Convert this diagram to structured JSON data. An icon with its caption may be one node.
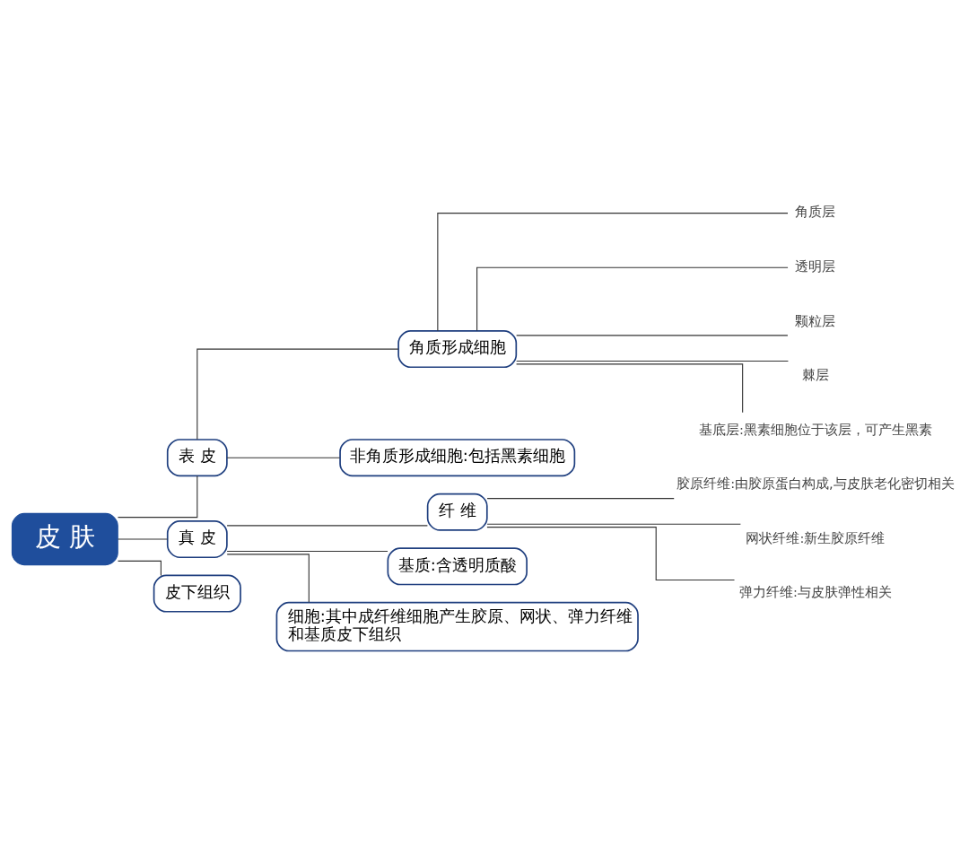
{
  "diagram": {
    "nodes": [
      {
        "text": [
          "皮 肤"
        ]
      },
      {
        "text": [
          "表 皮"
        ]
      },
      {
        "text": [
          "角质形成细胞"
        ]
      },
      {
        "text": [
          "角质层"
        ]
      },
      {
        "text": [
          "透明层"
        ]
      },
      {
        "text": [
          "颗粒层"
        ]
      },
      {
        "text": [
          "棘层"
        ]
      },
      {
        "text": [
          "基底层:黑素细胞位于该层，可产生黑素"
        ]
      },
      {
        "text": [
          "非角质形成细胞:包括黑素细胞"
        ]
      },
      {
        "text": [
          "真 皮"
        ]
      },
      {
        "text": [
          "纤 维"
        ]
      },
      {
        "text": [
          "胶原纤维:由胶原蛋白构成,与皮肤老化密切相关"
        ]
      },
      {
        "text": [
          "网状纤维:新生胶原纤维"
        ]
      },
      {
        "text": [
          "弹力纤维:与皮肤弹性相关"
        ]
      },
      {
        "text": [
          "基质:含透明质酸"
        ]
      },
      {
        "text": [
          "细胞:其中成纤维细胞产生胶原、网状、弹力纤维和基质皮下组织"
        ]
      },
      {
        "text": [
          "皮下组织"
        ]
      }
    ],
    "edges": [
      {
        "from": 0,
        "to": 1,
        "arrow": "none"
      },
      {
        "from": 1,
        "to": 2,
        "arrow": "none"
      },
      {
        "from": 2,
        "to": 3,
        "arrow": "none"
      },
      {
        "from": 2,
        "to": 4,
        "arrow": "none"
      },
      {
        "from": 2,
        "to": 5,
        "arrow": "none"
      },
      {
        "from": 2,
        "to": 6,
        "arrow": "none"
      },
      {
        "from": 2,
        "to": 7,
        "arrow": "none"
      },
      {
        "from": 1,
        "to": 8,
        "arrow": "none"
      },
      {
        "from": 0,
        "to": 9,
        "arrow": "none"
      },
      {
        "from": 9,
        "to": 10,
        "arrow": "none"
      },
      {
        "from": 10,
        "to": 11,
        "arrow": "none"
      },
      {
        "from": 10,
        "to": 12,
        "arrow": "none"
      },
      {
        "from": 10,
        "to": 13,
        "arrow": "none"
      },
      {
        "from": 9,
        "to": 14,
        "arrow": "none"
      },
      {
        "from": 9,
        "to": 15,
        "arrow": "none"
      },
      {
        "from": 0,
        "to": 16,
        "arrow": "none"
      }
    ]
  }
}
